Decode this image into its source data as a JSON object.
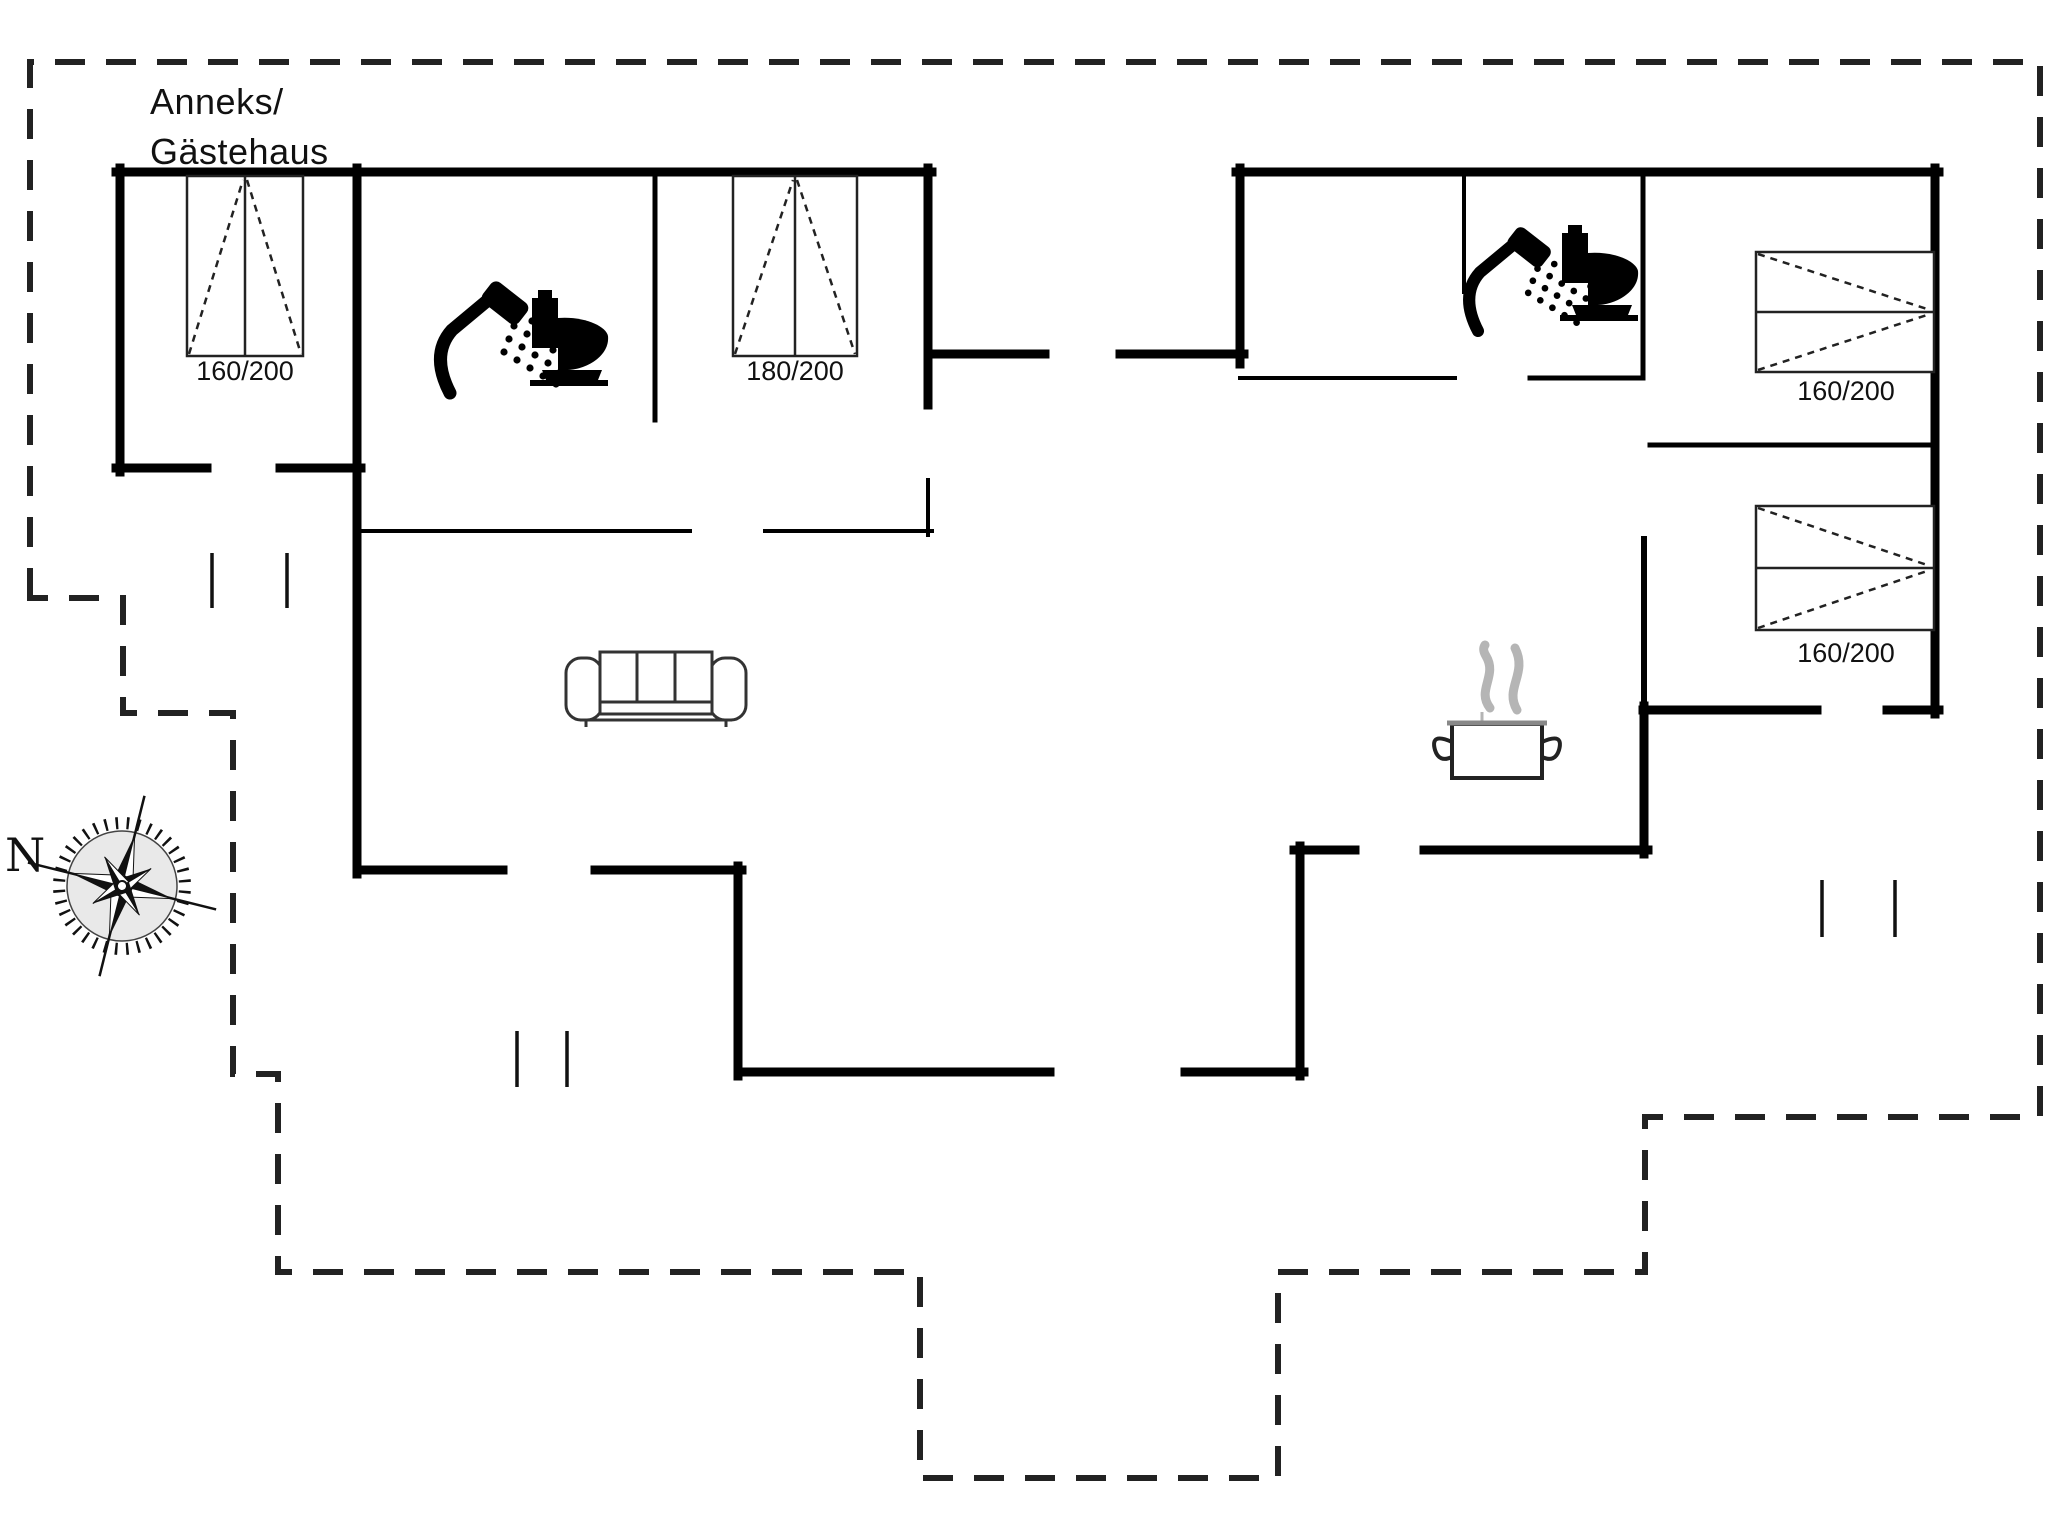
{
  "plan": {
    "annex_label": {
      "line1": "Anneks/",
      "line2": "Gästehaus"
    },
    "compass": {
      "north_label": "N"
    },
    "beds": [
      {
        "room": "annex",
        "label": "160/200"
      },
      {
        "room": "west-bedroom",
        "label": "180/200"
      },
      {
        "room": "east-bedroom-1",
        "label": "160/200"
      },
      {
        "room": "east-bedroom-2",
        "label": "160/200"
      }
    ],
    "icons": [
      "shower-icon",
      "toilet-icon",
      "double-bed-icon",
      "sofa-icon",
      "cooking-pot-icon",
      "steam-icon",
      "compass-rose-icon",
      "entry-steps-icon"
    ],
    "colors": {
      "walls": "#000000",
      "text": "#111111",
      "steam": "#b5b5b5",
      "boundary": "#222222",
      "background": "#ffffff"
    }
  }
}
